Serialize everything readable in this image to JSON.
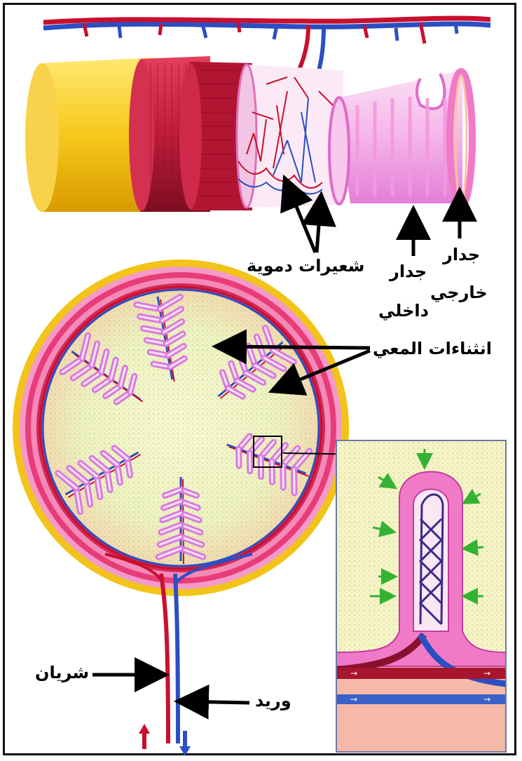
{
  "labels": {
    "capillaries": "شعيرات دموية",
    "inner_wall_line1": "جدار",
    "inner_wall_line2": "داخلي",
    "outer_wall_line1": "جدار",
    "outer_wall_line2": "خارجي",
    "villi": "انثناءات المعي",
    "artery": "شريان",
    "vein": "وريد"
  },
  "colors": {
    "artery": "#c8102e",
    "vein": "#2b4fc2",
    "outer_layer": "#f2c419",
    "muscle": "#d8254a",
    "mucosa": "#f07ac8",
    "lumen": "#f6f2c8",
    "villi_fill": "#e49be9"
  }
}
